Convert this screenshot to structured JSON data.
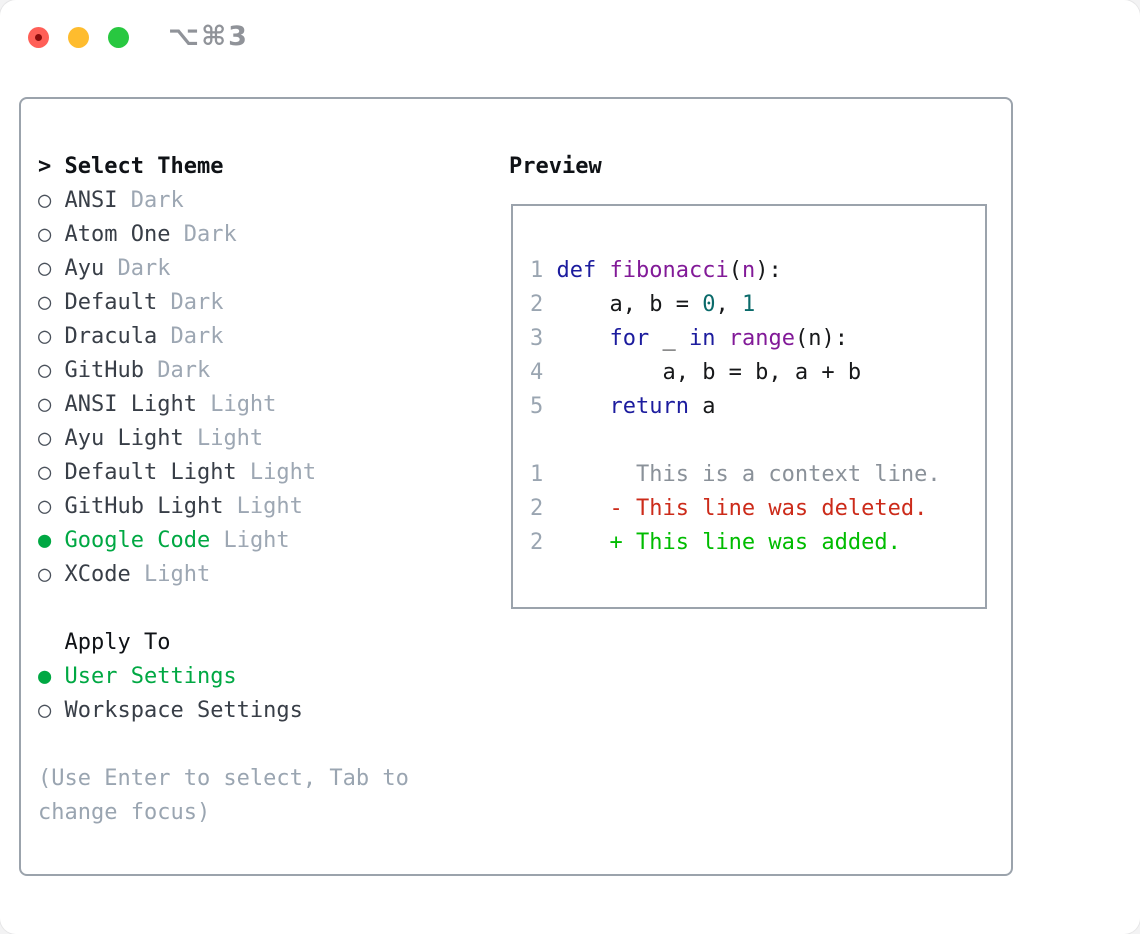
{
  "window": {
    "shortcut": "⌥⌘3"
  },
  "theme_panel": {
    "focus_marker": ">",
    "title": "Select Theme",
    "marker_selected": "●",
    "marker_unselected": "○",
    "themes": [
      {
        "name": "ANSI",
        "variant": "Dark",
        "selected": false
      },
      {
        "name": "Atom One",
        "variant": "Dark",
        "selected": false
      },
      {
        "name": "Ayu",
        "variant": "Dark",
        "selected": false
      },
      {
        "name": "Default",
        "variant": "Dark",
        "selected": false
      },
      {
        "name": "Dracula",
        "variant": "Dark",
        "selected": false
      },
      {
        "name": "GitHub",
        "variant": "Dark",
        "selected": false
      },
      {
        "name": "ANSI Light",
        "variant": "Light",
        "selected": false
      },
      {
        "name": "Ayu Light",
        "variant": "Light",
        "selected": false
      },
      {
        "name": "Default Light",
        "variant": "Light",
        "selected": false
      },
      {
        "name": "GitHub Light",
        "variant": "Light",
        "selected": false
      },
      {
        "name": "Google Code",
        "variant": "Light",
        "selected": true
      },
      {
        "name": "XCode",
        "variant": "Light",
        "selected": false
      }
    ],
    "apply_to": {
      "title": "Apply To",
      "options": [
        {
          "label": "User Settings",
          "selected": true
        },
        {
          "label": "Workspace Settings",
          "selected": false
        }
      ]
    },
    "help_lines": [
      "(Use Enter to select, Tab to",
      "change focus)"
    ]
  },
  "preview": {
    "title": "Preview",
    "lines": [
      {
        "num": "1",
        "segments": [
          [
            "def",
            "kw"
          ],
          [
            " ",
            "pl"
          ],
          [
            "fibonacci",
            "fn"
          ],
          [
            "(",
            "pl"
          ],
          [
            "n",
            "fn"
          ],
          [
            "):",
            "pl"
          ]
        ]
      },
      {
        "num": "2",
        "segments": [
          [
            "    a, b = ",
            "pl"
          ],
          [
            "0",
            "num"
          ],
          [
            ", ",
            "pl"
          ],
          [
            "1",
            "num"
          ]
        ]
      },
      {
        "num": "3",
        "segments": [
          [
            "    ",
            "pl"
          ],
          [
            "for",
            "kw"
          ],
          [
            " _ ",
            "pl"
          ],
          [
            "in",
            "kw"
          ],
          [
            " ",
            "pl"
          ],
          [
            "range",
            "fn"
          ],
          [
            "(n):",
            "pl"
          ]
        ]
      },
      {
        "num": "4",
        "segments": [
          [
            "        a, b = b, a + b",
            "pl"
          ]
        ]
      },
      {
        "num": "5",
        "segments": [
          [
            "    ",
            "pl"
          ],
          [
            "return",
            "kw"
          ],
          [
            " a",
            "pl"
          ]
        ]
      },
      {
        "num": "",
        "segments": []
      },
      {
        "num": "1",
        "segments": [
          [
            "      This is a context line.",
            "ctx"
          ]
        ]
      },
      {
        "num": "2",
        "segments": [
          [
            "    - This line was deleted.",
            "del"
          ]
        ]
      },
      {
        "num": "2",
        "segments": [
          [
            "    + This line was added.",
            "add"
          ]
        ]
      }
    ]
  },
  "colors": {
    "traffic_red": "#ff5f57",
    "traffic_red_dot": "#8c0d0d",
    "traffic_yellow": "#febc2e",
    "traffic_green": "#28c840",
    "shortcut_gray": "#909399",
    "panel_border": "#9ba3ac",
    "heading_black": "#0f1216",
    "item_text": "#383e47",
    "variant_gray": "#9da7b3",
    "marker_ring": "#4a515b",
    "selected_green": "#00a843",
    "help_gray": "#9aa5b1",
    "linenum_gray": "#9aa5b1",
    "code_keyword": "#1c1c9e",
    "code_function": "#821a98",
    "code_number": "#0a6a6a",
    "code_plain": "#17181a",
    "diff_context": "#8a9199",
    "diff_deleted": "#cc2b1a",
    "diff_added": "#00bc00"
  }
}
